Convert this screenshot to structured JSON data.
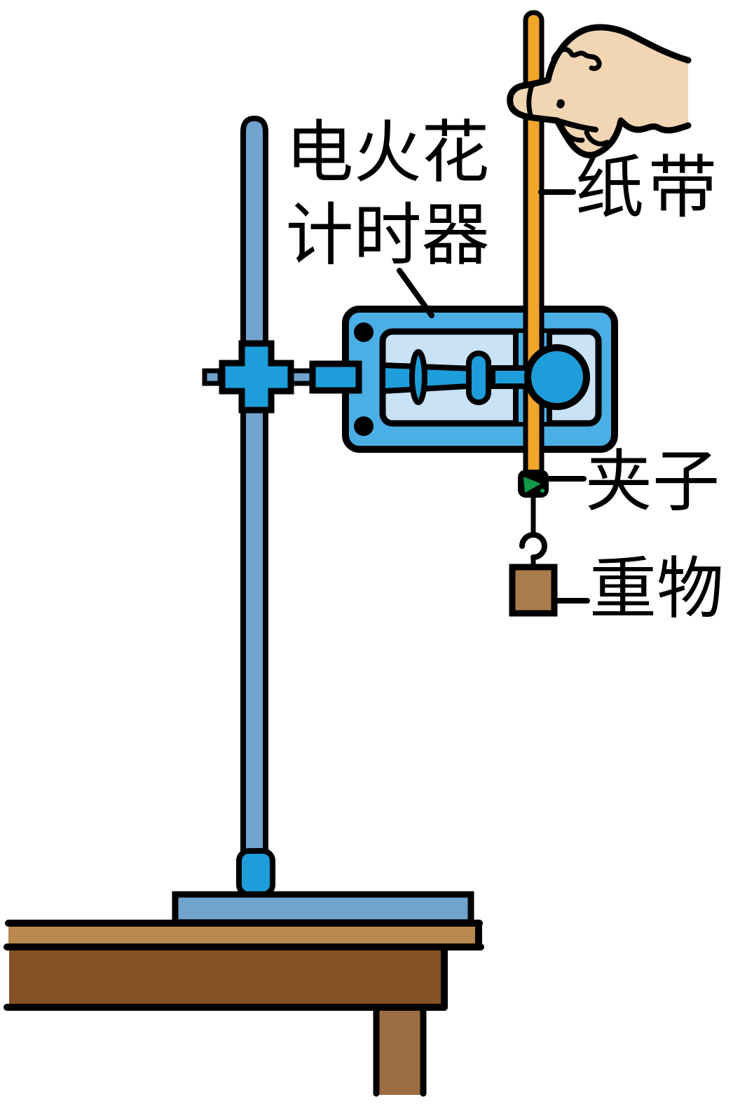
{
  "diagram": {
    "labels": {
      "timer_line1": "电火花",
      "timer_line2": "计时器",
      "paper_tape": "纸带",
      "clip": "夹子",
      "weight": "重物"
    },
    "colors": {
      "stand_gray_blue": "#72A3CE",
      "bright_blue": "#1D9DD9",
      "timer_body_blue": "#4AAFE4",
      "timer_panel_blue": "#C9E2F5",
      "tape_orange": "#F2A52B",
      "hand_skin": "#F2D6B4",
      "clip_green": "#12994A",
      "weight_brown": "#AA7B4C",
      "table_top_brown": "#B8884E",
      "table_apron_brown": "#855226",
      "table_leg_brown": "#9A6D42",
      "outline": "#000000"
    }
  }
}
